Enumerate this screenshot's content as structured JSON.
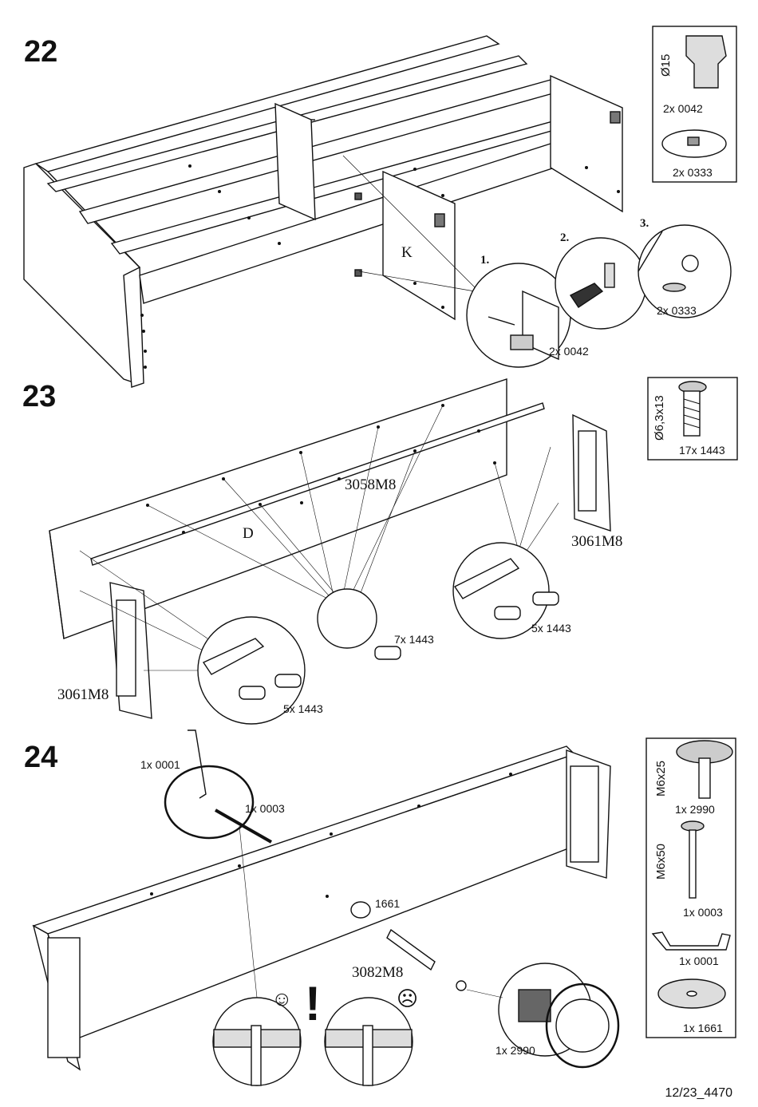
{
  "steps": [
    {
      "number": "22"
    },
    {
      "number": "23"
    },
    {
      "number": "24"
    }
  ],
  "step22": {
    "panel_label": "K",
    "sub_steps": [
      "1.",
      "2.",
      "3."
    ],
    "callout_0042": "2x 0042",
    "callout_0333": "2x 0333",
    "parts_box": {
      "cam_size": "Ø15",
      "cam_qty": "2x 0042",
      "cover_qty": "2x 0333"
    }
  },
  "step23": {
    "panel_label": "D",
    "rail_label": "3058M8",
    "frame_left_label": "3061M8",
    "frame_right_label": "3061M8",
    "callout_left": "5x 1443",
    "callout_mid": "7x 1443",
    "callout_right": "5x 1443",
    "parts_box": {
      "screw_size": "Ø6,3x13",
      "screw_qty": "17x 1443"
    }
  },
  "step24": {
    "hexkey_label": "1x 0001",
    "bolt_label": "1x 0003",
    "washer_label": "1661",
    "rod_label": "3082M8",
    "foot_label": "1x 2990",
    "parts_box": {
      "foot_size": "M6x25",
      "foot_qty": "1x 2990",
      "bolt_size": "M6x50",
      "bolt_qty": "1x 0003",
      "hexkey_qty": "1x 0001",
      "washer_qty": "1x 1661"
    }
  },
  "footer": "12/23_4470",
  "icons": {
    "good": "smiley-happy-icon",
    "bad": "smiley-sad-icon",
    "warning": "exclamation-icon",
    "rotate": "rotate-arrow-icon"
  }
}
